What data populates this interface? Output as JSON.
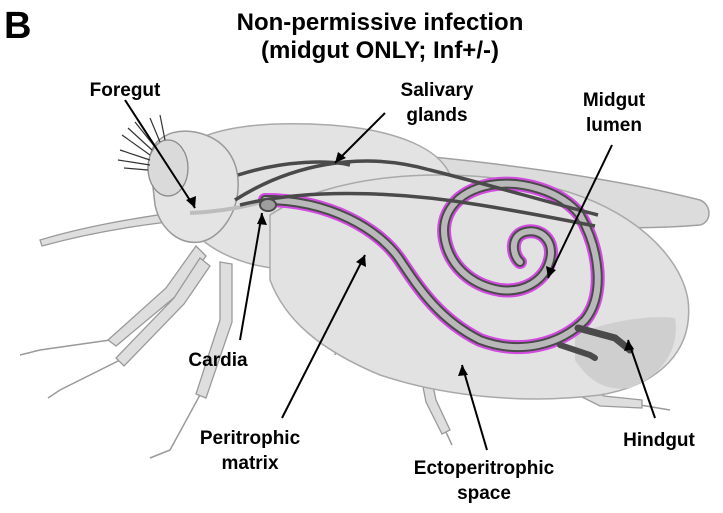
{
  "panel_letter": "B",
  "title": {
    "line1": "Non-permissive infection",
    "line2": "(midgut ONLY; Inf+/-)"
  },
  "labels": {
    "foregut": "Foregut",
    "salivary_glands_1": "Salivary",
    "salivary_glands_2": "glands",
    "midgut_lumen_1": "Midgut",
    "midgut_lumen_2": "lumen",
    "cardia": "Cardia",
    "peritrophic_matrix_1": "Peritrophic",
    "peritrophic_matrix_2": "matrix",
    "ectoperitrophic_space_1": "Ectoperitrophic",
    "ectoperitrophic_space_2": "space",
    "hindgut": "Hindgut"
  },
  "colors": {
    "infection": "#d24be0",
    "gut_fill": "#b9b9b9",
    "gut_outline": "#4a4a4a",
    "body": "#e2e2e2",
    "body_outline": "#a9a9a9"
  }
}
